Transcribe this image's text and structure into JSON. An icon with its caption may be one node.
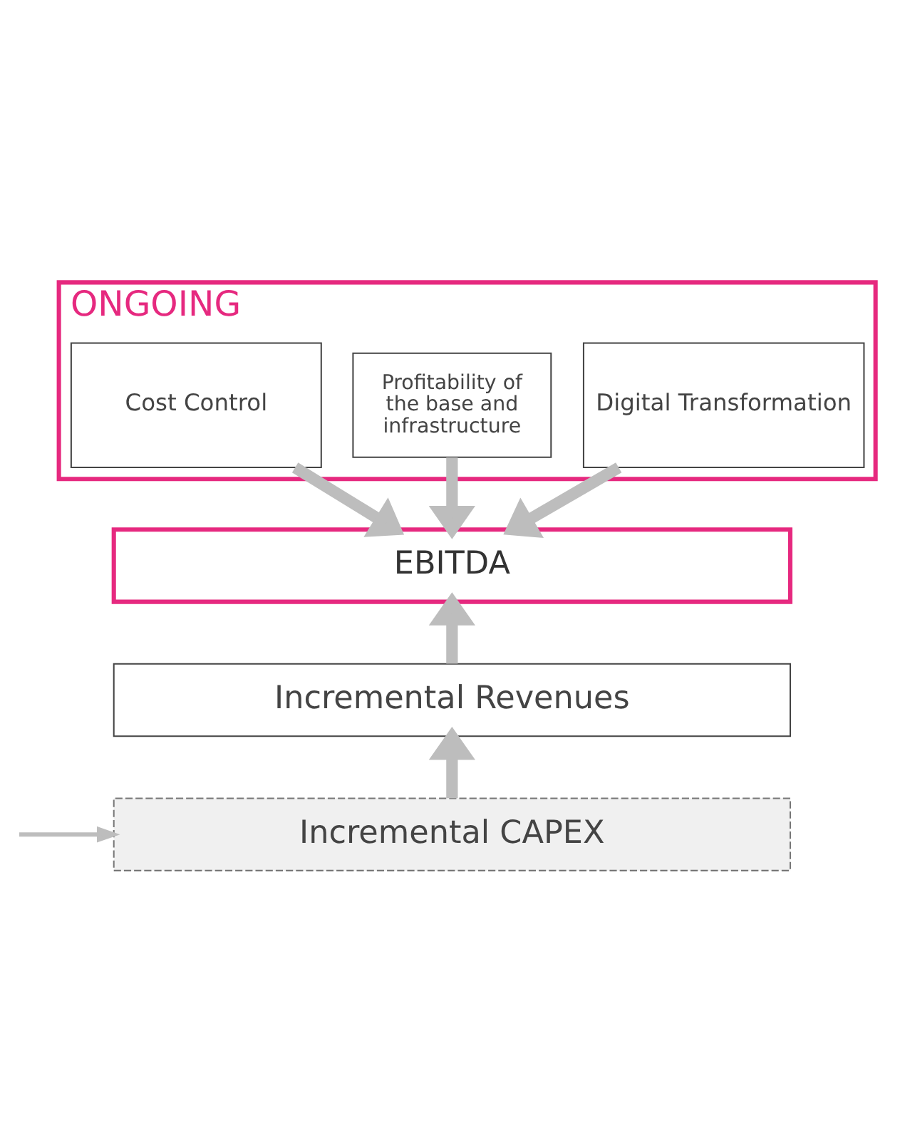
{
  "diagram": {
    "nodes": [
      {
        "text": [
          "ONGOING"
        ]
      },
      {
        "text": [
          "Cost Control"
        ],
        "in": 0
      },
      {
        "text": [
          "Profitability of the base and infrastructure"
        ],
        "in": 0
      },
      {
        "text": [
          "Digital Transformation"
        ],
        "in": 0
      },
      {
        "text": [
          "EBITDA"
        ]
      },
      {
        "text": [
          "Incremental Revenues"
        ]
      },
      {
        "text": [
          "Incremental CAPEX"
        ]
      }
    ],
    "edges": [
      {
        "from": 1,
        "to": 4,
        "arrow": "to"
      },
      {
        "from": 2,
        "to": 4,
        "arrow": "to"
      },
      {
        "from": 3,
        "to": 4,
        "arrow": "to"
      },
      {
        "from": 5,
        "to": 4,
        "arrow": "to"
      },
      {
        "from": 6,
        "to": 5,
        "arrow": "to"
      },
      {
        "from": null,
        "to": 6,
        "arrow": "to"
      }
    ]
  }
}
